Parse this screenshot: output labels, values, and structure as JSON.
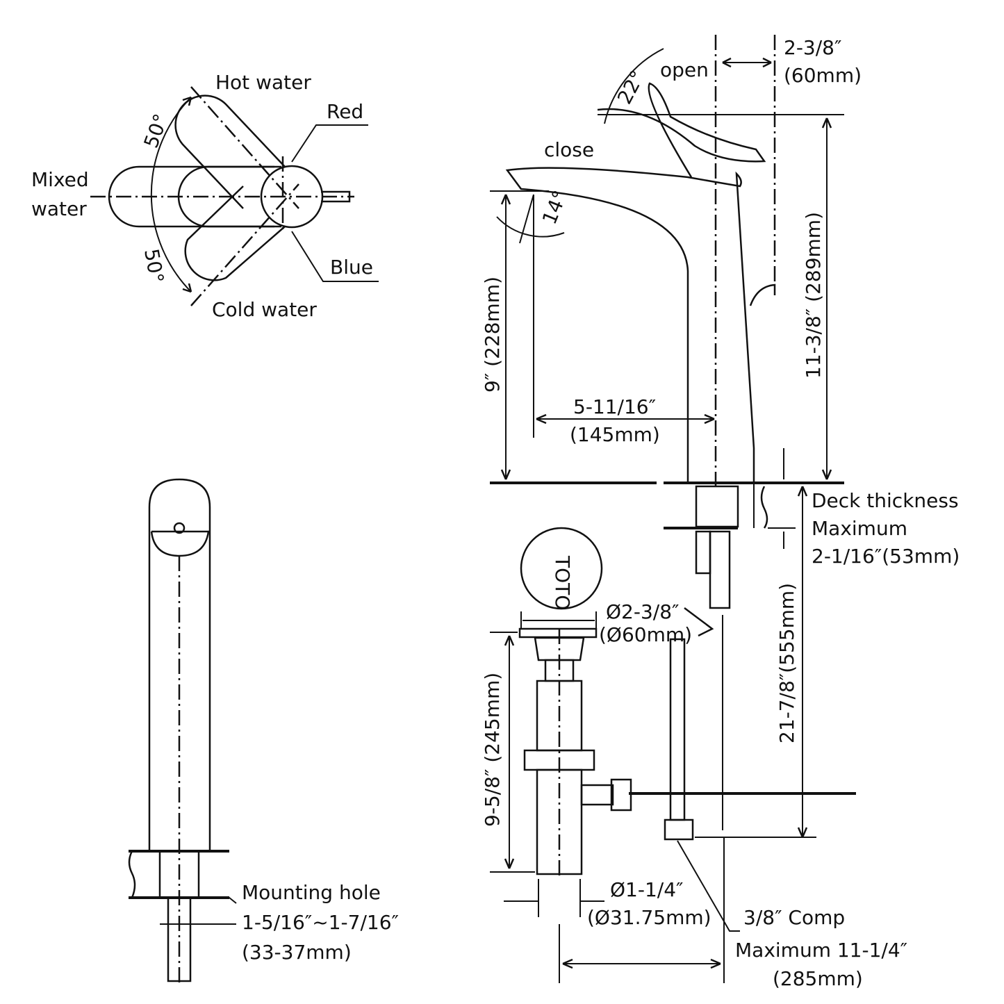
{
  "handle_diagram": {
    "hot_water": "Hot water",
    "red": "Red",
    "mixed_water_1": "Mixed",
    "mixed_water_2": "water",
    "blue": "Blue",
    "cold_water": "Cold water",
    "angle_top": "50°",
    "angle_bottom": "50°"
  },
  "side_view": {
    "open": "open",
    "close": "close",
    "angle_22": "22°",
    "angle_14": "14°",
    "handle_offset_in": "2-3/8″",
    "handle_offset_mm": "(60mm)",
    "total_height": "11-3/8″ (289mm)",
    "spout_height": "9″ (228mm)",
    "reach_in": "5-11/16″",
    "reach_mm": "(145mm)"
  },
  "deck": {
    "line1": "Deck thickness",
    "line2": "Maximum",
    "line3": "2-1/16″(53mm)"
  },
  "drain": {
    "diameter_in": "Ø2-3/8″",
    "diameter_mm": "(Ø60mm)",
    "height": "9-5/8″ (245mm)",
    "tail_in": "Ø1-1/4″",
    "tail_mm": "(Ø31.75mm)",
    "brand": "TOTO"
  },
  "supply": {
    "length": "21-7/8″(555mm)",
    "comp": "3/8″ Comp",
    "max_in": "Maximum 11-1/4″",
    "max_mm": "(285mm)"
  },
  "mounting": {
    "line1": "Mounting hole",
    "line2": "1-5/16″~1-7/16″",
    "line3": "(33-37mm)"
  }
}
